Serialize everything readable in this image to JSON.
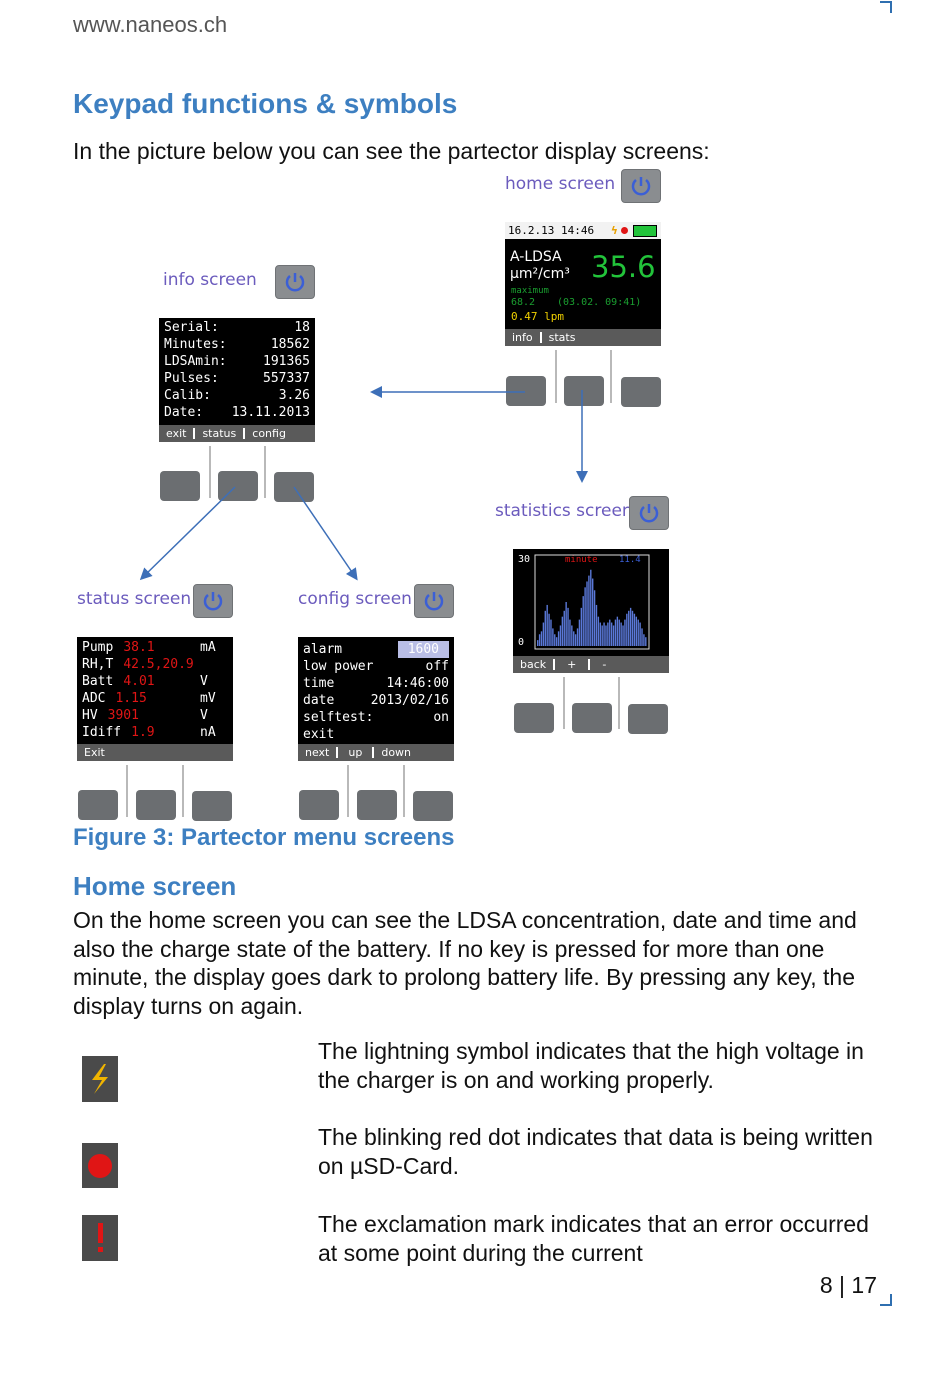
{
  "header": {
    "url": "www.naneos.ch"
  },
  "heading": "Keypad functions & symbols",
  "intro": "In the picture below you can see the partector display screens:",
  "figure": {
    "caption": "Figure 3: Partector menu screens",
    "home": {
      "label": "home screen",
      "datetime": "16.2.13 14:46",
      "title": "A-LDSA",
      "unit": "µm²/cm³",
      "value": "35.6",
      "maximum_label": "maximum",
      "max_value": "68.2",
      "max_time": "(03.02. 09:41)",
      "flow": "0.47 lpm",
      "softkeys": [
        "info",
        "stats"
      ]
    },
    "info": {
      "label": "info screen",
      "rows": [
        {
          "k": "Serial:",
          "v": "18"
        },
        {
          "k": "Minutes:",
          "v": "18562"
        },
        {
          "k": "LDSAmin:",
          "v": "191365"
        },
        {
          "k": "Pulses:",
          "v": "557337"
        },
        {
          "k": "Calib:",
          "v": "3.26"
        },
        {
          "k": "Date:",
          "v": "13.11.2013"
        }
      ],
      "softkeys": [
        "exit",
        "status",
        "config"
      ]
    },
    "statistics": {
      "label": "statistics screen",
      "ymax": "30",
      "ymin": "0",
      "mode": "minute",
      "current": "11.4",
      "softkeys": [
        "back",
        "+",
        "-"
      ]
    },
    "status": {
      "label": "status screen",
      "rows": [
        {
          "k": "Pump",
          "v": "38.1",
          "u": "mA"
        },
        {
          "k": "RH,T",
          "v": "42.5,20.9",
          "u": ""
        },
        {
          "k": "Batt",
          "v": "4.01",
          "u": "V"
        },
        {
          "k": "ADC",
          "v": "1.15",
          "u": "mV"
        },
        {
          "k": "HV",
          "v": "3901",
          "u": "V"
        },
        {
          "k": "Idiff",
          "v": "1.9",
          "u": "nA"
        }
      ],
      "softkeys": [
        "Exit"
      ]
    },
    "config": {
      "label": "config screen",
      "rows": [
        {
          "k": "alarm",
          "v": "1600"
        },
        {
          "k": "low power",
          "v": "off"
        },
        {
          "k": "time",
          "v": "14:46:00"
        },
        {
          "k": "date",
          "v": "2013/02/16"
        },
        {
          "k": "selftest:",
          "v": "on"
        },
        {
          "k": "exit",
          "v": ""
        }
      ],
      "softkeys": [
        "next",
        "up",
        "down"
      ]
    }
  },
  "section": {
    "title": "Home screen",
    "body": "On the home screen you can see the LDSA concentration, date and time and also the charge state of the battery. If no key is pressed for more than one minute, the display goes dark to prolong battery life. By pressing any key, the display turns on again."
  },
  "symbols": [
    {
      "icon": "lightning-icon",
      "text": "The lightning symbol indicates that the high voltage in the charger is on and working properly."
    },
    {
      "icon": "red-dot-icon",
      "text": "The blinking red dot indicates that data is being written on µSD-Card."
    },
    {
      "icon": "exclamation-icon",
      "text": "The exclamation mark indicates that an error occurred at some point during the current"
    }
  ],
  "page_number": "8 | 17",
  "colors": {
    "heading": "#3d7fc1",
    "label": "#6b5bbd",
    "value_green": "#22c33a",
    "value_red": "#e01515"
  },
  "chart_data": {
    "type": "bar",
    "title": "",
    "ylim": [
      0,
      30
    ],
    "values": [
      2,
      4,
      5,
      8,
      12,
      14,
      11,
      9,
      6,
      4,
      3,
      5,
      7,
      10,
      12,
      15,
      13,
      9,
      7,
      5,
      4,
      6,
      9,
      13,
      17,
      20,
      22,
      24,
      26,
      23,
      19,
      14,
      10,
      8,
      7,
      8,
      7,
      8,
      9,
      8,
      7,
      9,
      10,
      9,
      8,
      7,
      9,
      11,
      12,
      13,
      12,
      11,
      10,
      9,
      8,
      6,
      4,
      3
    ]
  }
}
